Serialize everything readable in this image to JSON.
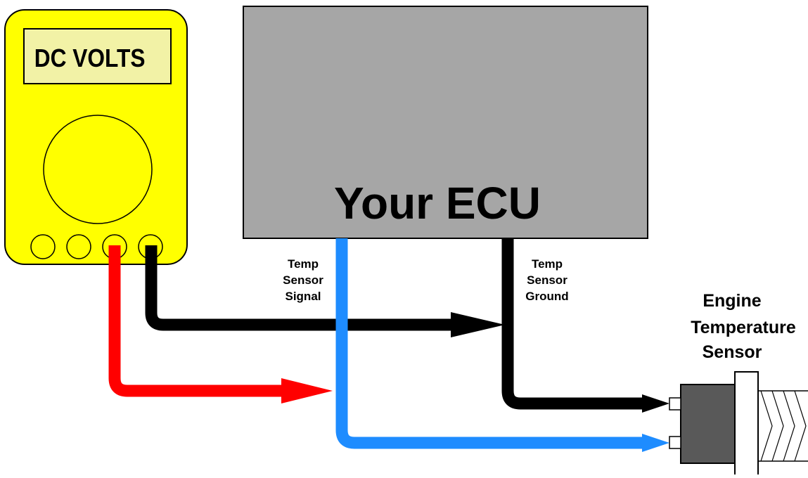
{
  "multimeter": {
    "display_text": "DC VOLTS",
    "body_color": "#ffff00",
    "display_color": "#f2f2a6",
    "probe_red_color": "#ff0000",
    "probe_black_color": "#000000"
  },
  "ecu": {
    "label": "Your ECU",
    "fill_color": "#a6a6a6"
  },
  "wires": {
    "signal_label": [
      "Temp",
      "Sensor",
      "Signal"
    ],
    "ground_label": [
      "Temp",
      "Sensor",
      "Ground"
    ],
    "signal_color": "#1e8cff",
    "ground_color": "#000000"
  },
  "sensor": {
    "label": [
      "Engine",
      "Temperature",
      "Sensor"
    ],
    "body_color": "#595959",
    "flange_color": "#ffffff"
  }
}
